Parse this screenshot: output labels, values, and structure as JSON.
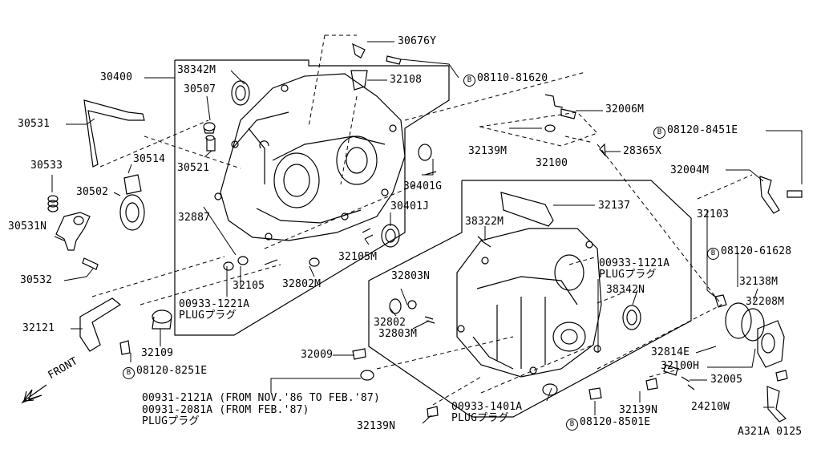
{
  "labels": {
    "p30676y": "30676Y",
    "p08110_81620": "08110-81620",
    "p30400": "30400",
    "p38342m_a": "38342M",
    "p32108": "32108",
    "p30507": "30507",
    "p32006m": "32006M",
    "p30531": "30531",
    "p08120_8451e": "08120-8451E",
    "p32139m": "32139M",
    "p28365x": "28365X",
    "p32100": "32100",
    "p30533": "30533",
    "p30514": "30514",
    "p30521": "30521",
    "p30401g": "30401G",
    "p32004m": "32004M",
    "p30502": "30502",
    "p32137": "32137",
    "p32103": "32103",
    "p30401j": "30401J",
    "p32887": "32887",
    "p38322m": "38322M",
    "p30531n": "30531N",
    "p08120_61628": "08120-61628",
    "p32105m": "32105M",
    "p00933_1121a": "00933-1121A",
    "plug_a": "PLUGプラグ",
    "p32138m": "32138M",
    "p38342n": "38342N",
    "p30532": "30532",
    "p32803n": "32803N",
    "p32208m": "32208M",
    "p32105": "32105",
    "p32802m": "32802M",
    "p00933_1221a": "00933-1221A",
    "plug_b": "PLUGプラグ",
    "p32802": "32802",
    "p32803m": "32803M",
    "p32121": "32121",
    "p32814e": "32814E",
    "p32109": "32109",
    "p32009": "32009",
    "p32100h": "32100H",
    "p08120_8251e": "08120-8251E",
    "p32005": "32005",
    "front": "FRONT",
    "p00931_2121a": "00931-2121A (FROM NOV.'86 TO FEB.'87)",
    "p32139n_b": "32139N",
    "p00931_2081a": "00931-2081A (FROM FEB.'87)",
    "p00933_1401a": "00933-1401A",
    "plug_d": "PLUGプラグ",
    "p24210w": "24210W",
    "plug_c": "PLUGプラグ",
    "p32139n": "32139N",
    "p08120_8501e": "08120-8501E",
    "code": "A321A 0125"
  },
  "bolt_marker": "B"
}
